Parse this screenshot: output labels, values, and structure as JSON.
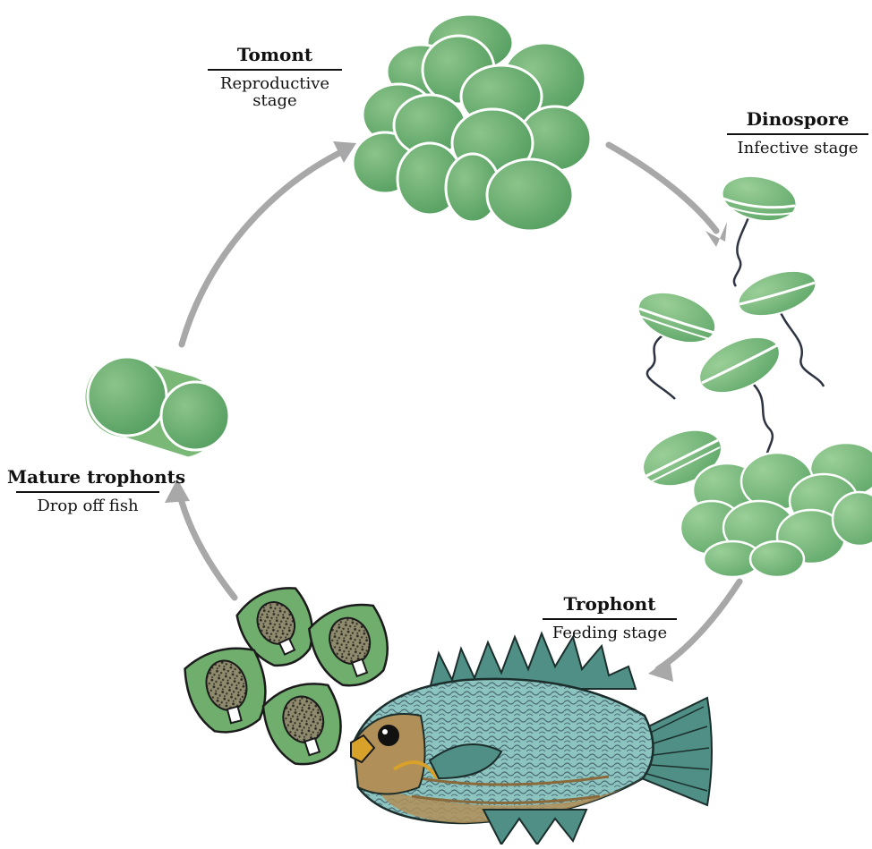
{
  "stages": {
    "tomont": {
      "name": "Tomont",
      "desc_line1": "Reproductive",
      "desc_line2": "stage"
    },
    "dinospore": {
      "name": "Dinospore",
      "desc": "Infective stage"
    },
    "trophont": {
      "name": "Trophont",
      "desc": "Feeding stage"
    },
    "mature": {
      "name": "Mature trophonts",
      "desc": "Drop off fish"
    }
  },
  "colors": {
    "cell_fill": "#5fa46a",
    "cell_light": "#a6d2a2",
    "arrow": "#a8a8a8",
    "flagellum": "#2d3340",
    "fish_body": "#7fb6b0",
    "fish_fin": "#4f8f86",
    "fish_belly": "#b08f58"
  }
}
